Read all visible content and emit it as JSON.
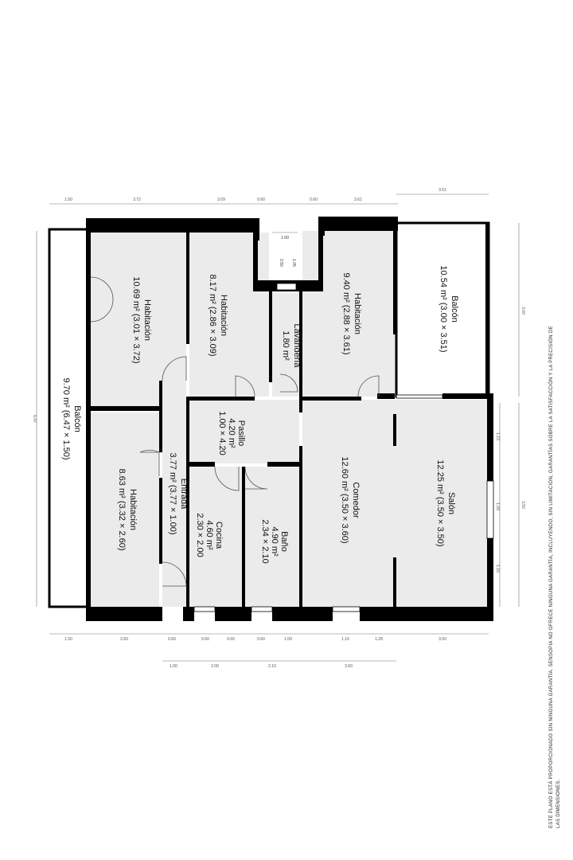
{
  "rooms": {
    "balcon_left": {
      "name": "Balcón",
      "area": "9.70 m² (6.47 × 1.50)"
    },
    "habitacion_1": {
      "name": "Habitación",
      "area": "10.69 m² (3.01 × 3.72)"
    },
    "habitacion_2": {
      "name": "Habitación",
      "area": "8.17 m² (2.86 × 3.09)"
    },
    "lavanderia": {
      "name": "Lavandería",
      "area": "1.80 m²"
    },
    "habitacion_3": {
      "name": "Habitación",
      "area": "9.40 m² (2.88 × 3.61)"
    },
    "balcon_right": {
      "name": "Balcón",
      "area": "10.54 m² (3.00 × 3.51)"
    },
    "habitacion_4": {
      "name": "Habitación",
      "area": "8.63 m² (3.32 × 2.60)"
    },
    "entrada": {
      "name": "Entrada",
      "area": "3.77 m² (3.77 × 1.00)"
    },
    "pasillo": {
      "name": "Pasillo",
      "area": "4.20 m²",
      "dims": "1.00 × 4.20"
    },
    "cocina": {
      "name": "Cocina",
      "area": "4.60 m²",
      "dims": "2.30 × 2.00"
    },
    "bano": {
      "name": "Baño",
      "area": "4.90 m²",
      "dims": "2.34 × 2.10"
    },
    "comedor": {
      "name": "Comedor",
      "area": "12.60 m² (3.50 × 3.60)"
    },
    "salon": {
      "name": "Salón",
      "area": "12.25 m² (3.50 × 3.50)"
    }
  },
  "dimensions": {
    "top": [
      "1.50",
      "3.72",
      "3.09",
      "0.60",
      "0.60",
      "3.61",
      "3.51"
    ],
    "bottom_row1": [
      "1.50",
      "2.60",
      "0.60",
      "0.60",
      "0.60",
      "0.60",
      "1.00",
      "1.16",
      "1.28",
      "3.50"
    ],
    "bottom_row2": [
      "1.00",
      "2.00",
      "2.10",
      "3.60"
    ],
    "left": "6.47",
    "right": [
      "3.00",
      "1.23",
      "1.09",
      "1.16",
      "3.50"
    ],
    "lavanderia_small": [
      "1.00",
      "1.05",
      "0.50"
    ]
  },
  "disclaimer": [
    "ESTE PLANO ESTÁ PROPORCIONADO SIN NINGUNA GARANTÍA. SENSOPIA NO OFRECE NINGUNA GARANTÍA, INCLUYENDO, SIN LIMITACIÓN, GARANTÍAS SOBRE LA SATISFACCIÓN Y LA PRECISIÓN DE",
    "LAS DIMENSIONES."
  ]
}
